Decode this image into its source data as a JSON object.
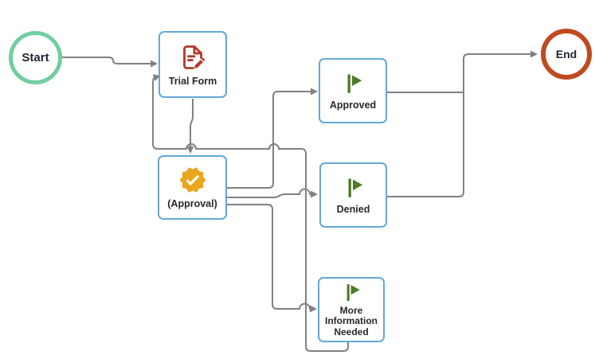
{
  "diagram": {
    "nodes": [
      {
        "id": "start",
        "type": "start-circle",
        "label": "Start"
      },
      {
        "id": "trial-form",
        "type": "task",
        "label": "Trial Form",
        "icon": "document-edit-icon"
      },
      {
        "id": "approval",
        "type": "task",
        "label": "(Approval)",
        "icon": "verified-badge-icon"
      },
      {
        "id": "approved",
        "type": "outcome",
        "label": "Approved",
        "icon": "flag-icon"
      },
      {
        "id": "denied",
        "type": "outcome",
        "label": "Denied",
        "icon": "flag-icon"
      },
      {
        "id": "more-information-needed",
        "type": "outcome",
        "label": "More Information Needed",
        "icon": "flag-icon"
      },
      {
        "id": "end",
        "type": "end-circle",
        "label": "End"
      }
    ],
    "edges": [
      {
        "from": "start",
        "to": "trial-form"
      },
      {
        "from": "trial-form",
        "to": "approval"
      },
      {
        "from": "approval",
        "to": "approved"
      },
      {
        "from": "approval",
        "to": "denied"
      },
      {
        "from": "approval",
        "to": "more-information-needed"
      },
      {
        "from": "approved",
        "to": "end"
      },
      {
        "from": "denied",
        "to": "end"
      },
      {
        "from": "more-information-needed",
        "to": "trial-form"
      }
    ],
    "colors": {
      "start_border": "#72cda1",
      "end_border": "#bf4a1f",
      "node_border": "#63a8d8",
      "connector": "#818181",
      "label_text": "#26282b",
      "document_icon": "#b23a2b",
      "badge_icon": "#e9a61f",
      "flag_icon": "#4f7a28"
    }
  }
}
